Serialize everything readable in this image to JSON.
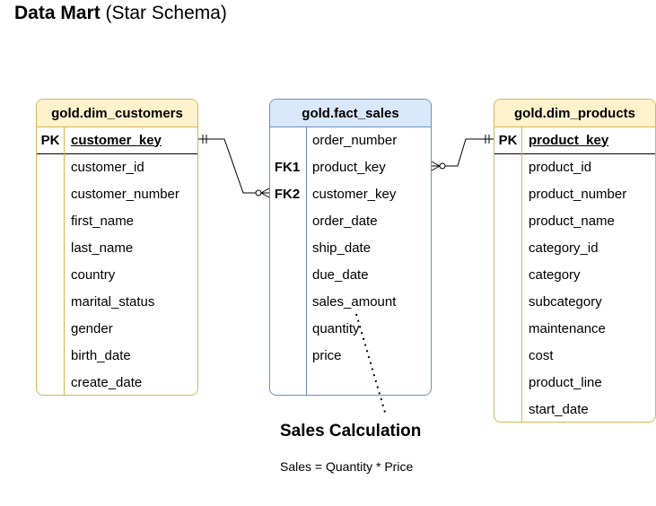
{
  "title": {
    "bold": "Data Mart",
    "rest": "(Star Schema)"
  },
  "colors": {
    "dim_border": "#d6b656",
    "dim_header": "#fff2cc",
    "fact_border": "#6c8ebf",
    "fact_header": "#dae8fc"
  },
  "tables": {
    "dim_customers": {
      "name": "gold.dim_customers",
      "pk": {
        "key": "PK",
        "field": "customer_key"
      },
      "fields": [
        "customer_id",
        "customer_number",
        "first_name",
        "last_name",
        "country",
        "marital_status",
        "gender",
        "birth_date",
        "create_date"
      ]
    },
    "fact_sales": {
      "name": "gold.fact_sales",
      "rows": [
        {
          "key": "",
          "field": "order_number"
        },
        {
          "key": "FK1",
          "field": "product_key"
        },
        {
          "key": "FK2",
          "field": "customer_key"
        },
        {
          "key": "",
          "field": "order_date"
        },
        {
          "key": "",
          "field": "ship_date"
        },
        {
          "key": "",
          "field": "due_date"
        },
        {
          "key": "",
          "field": "sales_amount"
        },
        {
          "key": "",
          "field": "quantity"
        },
        {
          "key": "",
          "field": "price"
        },
        {
          "key": "",
          "field": ""
        }
      ]
    },
    "dim_products": {
      "name": "gold.dim_products",
      "pk": {
        "key": "PK",
        "field": "product_key"
      },
      "fields": [
        "product_id",
        "product_number",
        "product_name",
        "category_id",
        "category",
        "subcategory",
        "maintenance",
        "cost",
        "product_line",
        "start_date"
      ]
    }
  },
  "note": {
    "title": "Sales Calculation",
    "formula": "Sales = Quantity * Price"
  }
}
